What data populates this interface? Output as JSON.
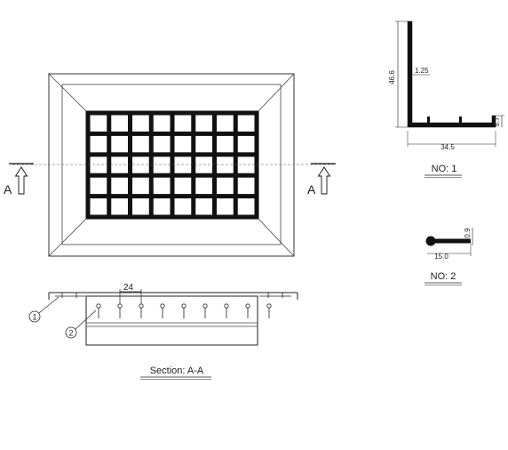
{
  "front_view": {
    "grid_columns": 8,
    "grid_rows": 5,
    "section_marker": "A"
  },
  "section_view": {
    "title": "Section: A-A",
    "pitch_label": "24",
    "callout_1": "1",
    "callout_2": "2",
    "pin_count": 9
  },
  "profile_1": {
    "title": "NO: 1",
    "height_label": "46.6",
    "thickness_label": "1.25",
    "width_label": "34.5",
    "lip_label": "5.7"
  },
  "profile_2": {
    "title": "NO: 2",
    "length_label": "15.0",
    "thickness_label": "0.9"
  }
}
